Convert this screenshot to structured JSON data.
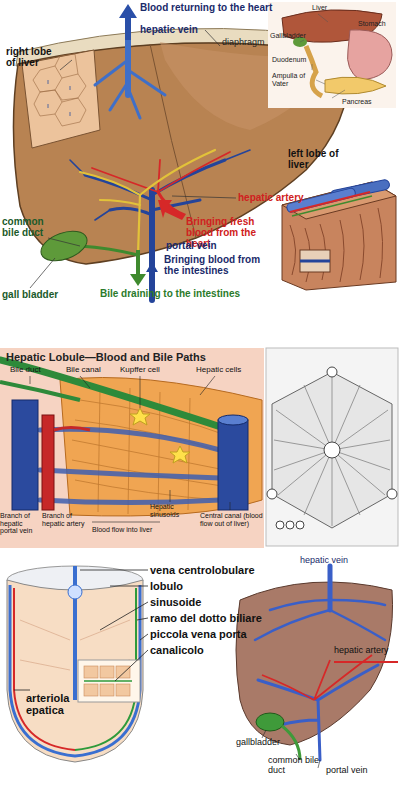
{
  "diagram": {
    "labels": [
      "Blood returning to the heart",
      "hepatic vein",
      "diaphragm",
      "right lobe of liver",
      "left lobe of liver",
      "Liver",
      "Gallbladder",
      "Stomach",
      "Duodenum",
      "Ampulla of Vater",
      "Pancreas",
      "hepatic artery",
      "Bringing fresh blood from the heart",
      "portal vein",
      "Bringing blood from the intestines",
      "common bile duct",
      "gall bladder",
      "Bile draining to the intestines",
      "Hepatic Lobule—Blood and Bile Paths",
      "Bile duct",
      "Bile canal",
      "Kupffer cell",
      "Hepatic cells",
      "Branch of hepatic portal vein",
      "Branch of hepatic artery",
      "Blood flow into liver",
      "Hepatic sinusoids",
      "Central canal (blood flow out of liver)",
      "vena centrolobulare",
      "lobulo",
      "sinusoide",
      "ramo del dotto biliare",
      "piccola vena porta",
      "canalicolo",
      "arteriola epatica",
      "hepatic vein",
      "hepatic artery",
      "gallbladder",
      "common bile duct",
      "portal vein"
    ]
  }
}
